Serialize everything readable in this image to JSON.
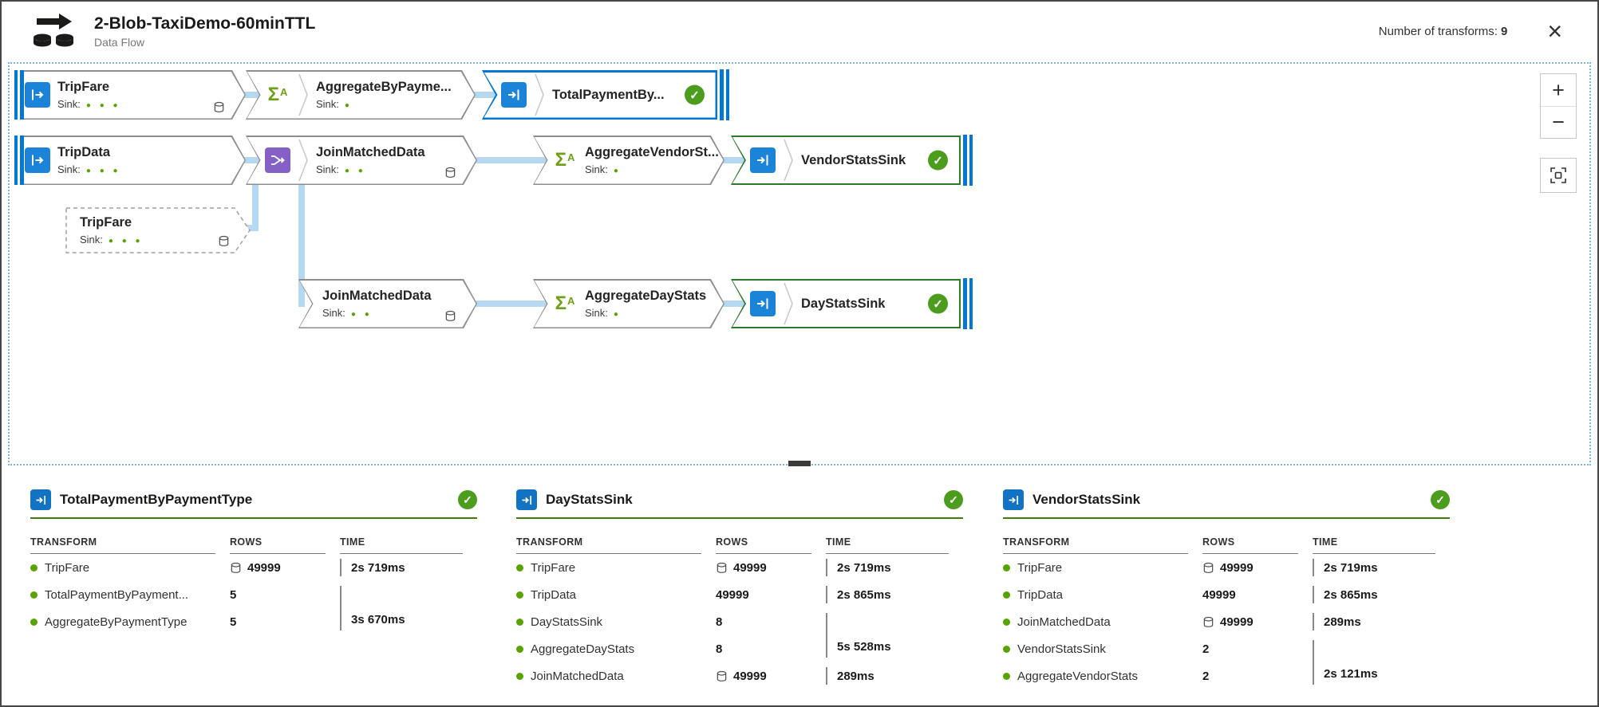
{
  "header": {
    "title": "2-Blob-TaxiDemo-60minTTL",
    "subtitle": "Data Flow",
    "transforms_label": "Number of transforms:",
    "transforms_count": "9",
    "close_glyph": "×"
  },
  "canvas": {
    "zoom_in": "+",
    "zoom_out": "−",
    "nodes": [
      {
        "title": "TripFare",
        "sink_label": "Sink:",
        "dots": "● ● ●"
      },
      {
        "title": "AggregateByPayme...",
        "sink_label": "Sink:",
        "dots": "●"
      },
      {
        "title": "TotalPaymentBy...",
        "check": "✓"
      },
      {
        "title": "TripData",
        "sink_label": "Sink:",
        "dots": "● ● ●"
      },
      {
        "title": "JoinMatchedData",
        "sink_label": "Sink:",
        "dots": "● ●"
      },
      {
        "title": "AggregateVendorSt...",
        "sink_label": "Sink:",
        "dots": "●"
      },
      {
        "title": "VendorStatsSink",
        "check": "✓"
      },
      {
        "title": "TripFare",
        "sink_label": "Sink:",
        "dots": "● ● ●"
      },
      {
        "title": "JoinMatchedData",
        "sink_label": "Sink:",
        "dots": "● ●"
      },
      {
        "title": "AggregateDayStats",
        "sink_label": "Sink:",
        "dots": "●"
      },
      {
        "title": "DayStatsSink",
        "check": "✓"
      }
    ]
  },
  "tables": [
    {
      "title": "TotalPaymentByPaymentType",
      "check": "✓",
      "columns": {
        "transform": "TRANSFORM",
        "rows": "ROWS",
        "time": "TIME"
      },
      "rows": [
        {
          "name": "TripFare",
          "rows": "49999",
          "time": "2s 719ms"
        },
        {
          "name": "TotalPaymentByPayment...",
          "rows": "5",
          "time": ""
        },
        {
          "name": "AggregateByPaymentType",
          "rows": "5",
          "time": "3s 670ms"
        }
      ]
    },
    {
      "title": "DayStatsSink",
      "check": "✓",
      "columns": {
        "transform": "TRANSFORM",
        "rows": "ROWS",
        "time": "TIME"
      },
      "rows": [
        {
          "name": "TripFare",
          "rows": "49999",
          "time": "2s 719ms"
        },
        {
          "name": "TripData",
          "rows": "49999",
          "time": "2s 865ms"
        },
        {
          "name": "DayStatsSink",
          "rows": "8",
          "time": ""
        },
        {
          "name": "AggregateDayStats",
          "rows": "8",
          "time": "5s 528ms"
        },
        {
          "name": "JoinMatchedData",
          "rows": "49999",
          "time": "289ms"
        }
      ]
    },
    {
      "title": "VendorStatsSink",
      "check": "✓",
      "columns": {
        "transform": "TRANSFORM",
        "rows": "ROWS",
        "time": "TIME"
      },
      "rows": [
        {
          "name": "TripFare",
          "rows": "49999",
          "time": "2s 719ms"
        },
        {
          "name": "TripData",
          "rows": "49999",
          "time": "2s 865ms"
        },
        {
          "name": "JoinMatchedData",
          "rows": "49999",
          "time": "289ms"
        },
        {
          "name": "VendorStatsSink",
          "rows": "2",
          "time": ""
        },
        {
          "name": "AggregateVendorStats",
          "rows": "2",
          "time": "2s 121ms"
        }
      ]
    }
  ]
}
